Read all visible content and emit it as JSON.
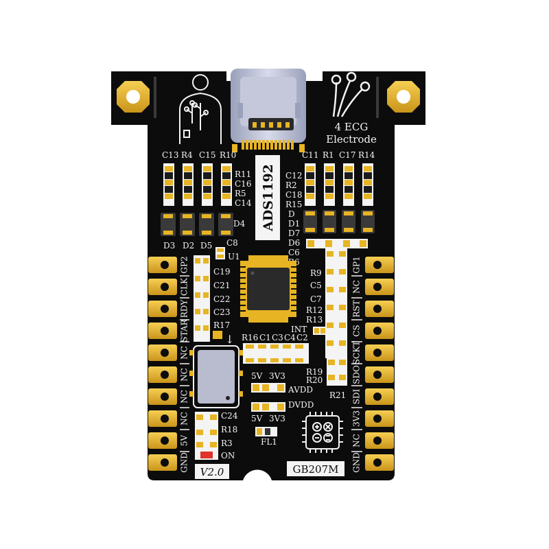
{
  "board": {
    "chip_label": "ADS1192",
    "header_text": "4 ECG",
    "header_text2": "Electrode",
    "version": "V2.0",
    "model": "GB207M",
    "colors": {
      "pcb": "#0c0c0c",
      "gold": "#e7b423",
      "silk": "#f4f4f4",
      "usb": "#b9bccf",
      "led": "#e0312a"
    }
  },
  "top_labels_left": [
    "C13",
    "R4",
    "C15",
    "R10"
  ],
  "top_labels_right": [
    "C11",
    "R1",
    "C17",
    "R14"
  ],
  "mid_left_labels": [
    "R11",
    "C16",
    "R5",
    "C14"
  ],
  "mid_right_labels": [
    "C12",
    "R2",
    "C18",
    "R15"
  ],
  "d_labels_right": [
    "D",
    "D1",
    "D7",
    "D6",
    "C6",
    "R6"
  ],
  "d_labels_left": [
    "D3",
    "D2",
    "D5"
  ],
  "misc_labels": {
    "d4": "D4",
    "c8": "C8",
    "u1": "U1",
    "int": "INT",
    "fl1": "FL1",
    "on": "ON",
    "avdd": "AVDD",
    "dvdd": "DVDD",
    "v5a": "5V",
    "v3a": "3V3",
    "v5b": "5V",
    "v3b": "3V3"
  },
  "left_cap_labels": [
    "C19",
    "C21",
    "C22",
    "C23",
    "R17"
  ],
  "right_cap_labels": [
    "R9",
    "C5",
    "C7",
    "R12",
    "R13"
  ],
  "bottom_cap_row": [
    "R16",
    "C1",
    "C3",
    "C4",
    "C2"
  ],
  "lower_right_labels": [
    "R19",
    "R20",
    "R21"
  ],
  "lower_left_labels": [
    "C24",
    "R18",
    "R3"
  ],
  "left_pins": [
    "GP2",
    "CLK",
    "RDY",
    "STAR",
    "NC",
    "NC",
    "NC",
    "NC",
    "5V",
    "GND"
  ],
  "right_pins": [
    "GP1",
    "NC",
    "RST",
    "CS",
    "SCKT",
    "SDO",
    "SDI",
    "3V3",
    "NC",
    "GND"
  ]
}
